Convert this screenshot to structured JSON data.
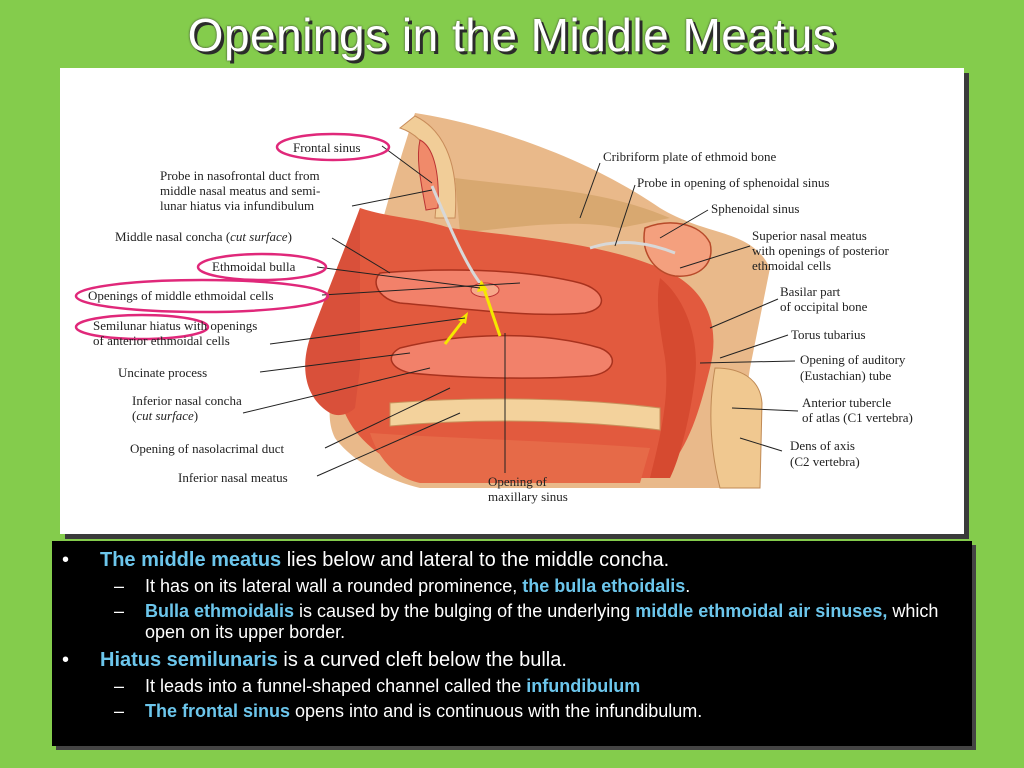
{
  "slide": {
    "title": "Openings in the Middle Meatus"
  },
  "figure": {
    "labels": {
      "frontal_sinus": "Frontal sinus",
      "probe_1": "Probe in nasofrontal duct from",
      "probe_2": "middle nasal meatus and semi-",
      "probe_3": "lunar hiatus via infundibulum",
      "middle_concha_a": "Middle nasal concha (",
      "middle_concha_b": "cut surface",
      "middle_concha_c": ")",
      "ethmoidal_bulla": "Ethmoidal bulla",
      "openings_middle": "Openings of middle ethmoidal cells",
      "semilunar_1": "Semilunar hiatus with openings",
      "semilunar_2": "of anterior ethmoidal cells",
      "uncinate": "Uncinate process",
      "inferior_concha_1": "Inferior nasal concha",
      "inferior_concha_2a": "(",
      "inferior_concha_2b": "cut surface",
      "inferior_concha_2c": ")",
      "nasolacrimal": "Opening of nasolacrimal duct",
      "inferior_meatus": "Inferior nasal meatus",
      "maxillary_1": "Opening of",
      "maxillary_2": "maxillary sinus",
      "cribriform": "Cribriform plate of ethmoid bone",
      "probe_sphenoidal": "Probe in opening of sphenoidal sinus",
      "sphenoidal_sinus": "Sphenoidal sinus",
      "superior_meatus_1": "Superior nasal meatus",
      "superior_meatus_2": "with openings of posterior",
      "superior_meatus_3": "ethmoidal cells",
      "basilar_1": "Basilar part",
      "basilar_2": "of occipital bone",
      "torus": "Torus tubarius",
      "auditory_1": "Opening of auditory",
      "auditory_2": "(Eustachian) tube",
      "tubercle_1": "Anterior tubercle",
      "tubercle_2": "of atlas (C1 vertebra)",
      "dens_1": "Dens of axis",
      "dens_2": "(C2 vertebra)"
    }
  },
  "notes": {
    "bullet1": {
      "mark": "•",
      "hl": "The middle meatus",
      "rest": " lies below and lateral to the middle concha."
    },
    "sub1": {
      "mark": "–",
      "pre": "It has on its lateral wall a rounded prominence, ",
      "hl": "the bulla ethoidalis",
      "post": "."
    },
    "sub2": {
      "mark": "–",
      "hl1": "Bulla ethmoidalis",
      "mid": " is caused by the bulging of the underlying ",
      "hl2": "middle ethmoidal air sinuses,",
      "post": " which open on its upper border."
    },
    "bullet2": {
      "mark": "•",
      "hl": "Hiatus semilunaris",
      "rest": " is a curved cleft below the bulla."
    },
    "sub3": {
      "mark": "–",
      "pre": "It leads into a funnel-shaped channel called the ",
      "hl": "infundibulum"
    },
    "sub4": {
      "mark": "–",
      "hl": "The frontal sinus",
      "post": " opens into and is continuous with the infundibulum."
    }
  }
}
